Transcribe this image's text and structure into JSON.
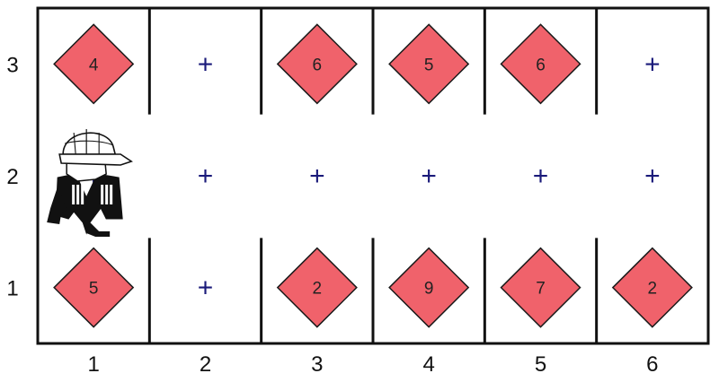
{
  "board": {
    "columns": 6,
    "rows": 3,
    "x_axis_labels": [
      "1",
      "2",
      "3",
      "4",
      "5",
      "6"
    ],
    "y_axis_labels": [
      "1",
      "2",
      "3"
    ],
    "colors": {
      "gem_fill": "#f0626b",
      "gem_stroke": "#1a1a1a",
      "grid_line": "#111111",
      "empty_marker": "#1a1a7a"
    },
    "cells": [
      {
        "col": 1,
        "row": 3,
        "type": "gem",
        "value": "4"
      },
      {
        "col": 2,
        "row": 3,
        "type": "empty",
        "value": "+"
      },
      {
        "col": 3,
        "row": 3,
        "type": "gem",
        "value": "6"
      },
      {
        "col": 4,
        "row": 3,
        "type": "gem",
        "value": "5"
      },
      {
        "col": 5,
        "row": 3,
        "type": "gem",
        "value": "6"
      },
      {
        "col": 6,
        "row": 3,
        "type": "empty",
        "value": "+"
      },
      {
        "col": 1,
        "row": 2,
        "type": "empty",
        "value": "+"
      },
      {
        "col": 2,
        "row": 2,
        "type": "empty",
        "value": "+"
      },
      {
        "col": 3,
        "row": 2,
        "type": "empty",
        "value": "+"
      },
      {
        "col": 4,
        "row": 2,
        "type": "empty",
        "value": "+"
      },
      {
        "col": 5,
        "row": 2,
        "type": "empty",
        "value": "+"
      },
      {
        "col": 6,
        "row": 2,
        "type": "empty",
        "value": "+"
      },
      {
        "col": 1,
        "row": 1,
        "type": "gem",
        "value": "5"
      },
      {
        "col": 2,
        "row": 1,
        "type": "empty",
        "value": "+"
      },
      {
        "col": 3,
        "row": 1,
        "type": "gem",
        "value": "2"
      },
      {
        "col": 4,
        "row": 1,
        "type": "gem",
        "value": "9"
      },
      {
        "col": 5,
        "row": 1,
        "type": "gem",
        "value": "7"
      },
      {
        "col": 6,
        "row": 1,
        "type": "gem",
        "value": "2"
      }
    ],
    "agent": {
      "col": 1,
      "row": 2,
      "icon": "miner-agent-icon"
    }
  }
}
